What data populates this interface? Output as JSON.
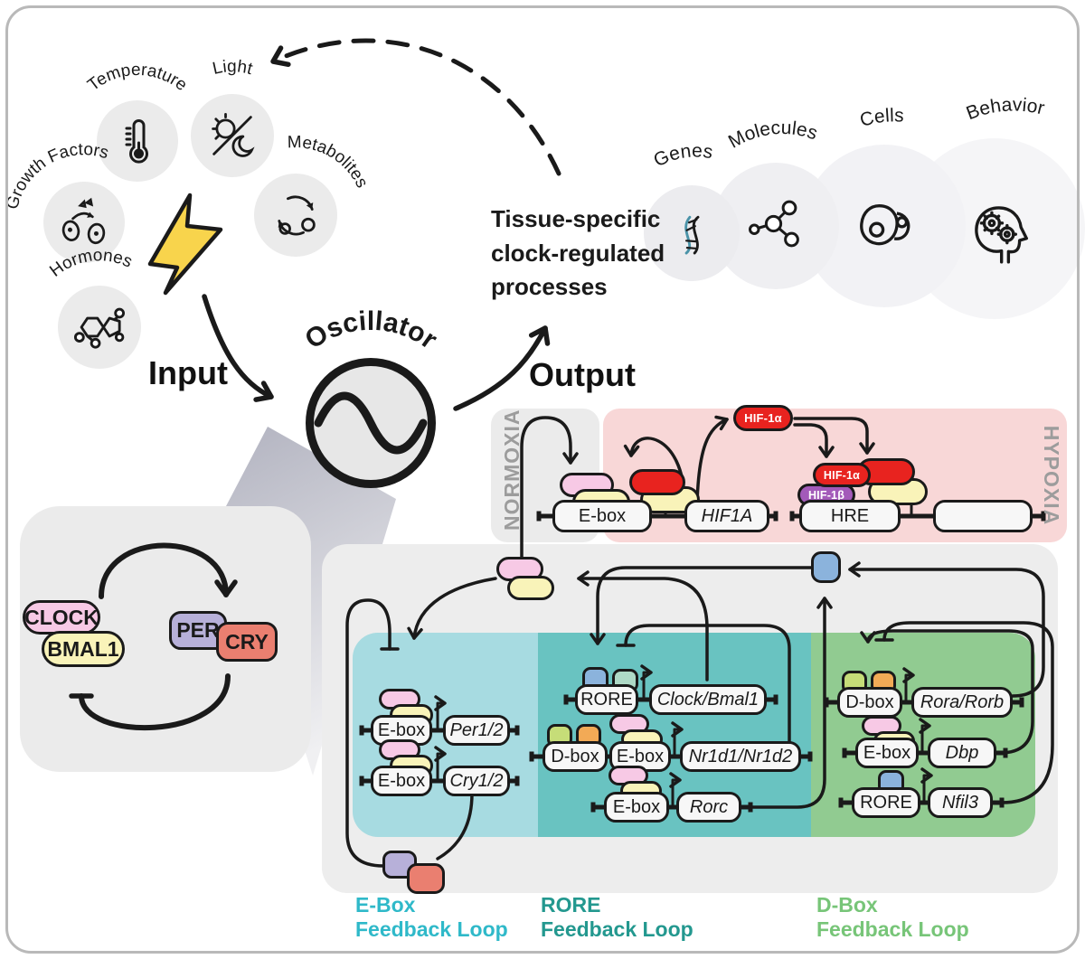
{
  "input": {
    "label": "Input",
    "trigger_icon": "lightning-bolt-icon",
    "factors": [
      {
        "name": "Temperature",
        "icon": "thermometer-icon"
      },
      {
        "name": "Light",
        "icon": "sun-moon-icon"
      },
      {
        "name": "Growth Factors",
        "icon": "dividing-cells-icon"
      },
      {
        "name": "Metabolites",
        "icon": "metabolic-cycle-icon"
      },
      {
        "name": "Hormones",
        "icon": "steroid-molecule-icon"
      }
    ]
  },
  "oscillator": {
    "label": "Oscillator",
    "icon": "sine-wave-icon"
  },
  "output": {
    "label": "Output",
    "description": "Tissue-specific clock-regulated processes",
    "levels": [
      {
        "name": "Genes",
        "icon": "dna-icon"
      },
      {
        "name": "Molecules",
        "icon": "molecule-icon"
      },
      {
        "name": "Cells",
        "icon": "cell-icon"
      },
      {
        "name": "Behavior",
        "icon": "head-gears-icon"
      }
    ]
  },
  "core_clock": {
    "activators": [
      {
        "label": "CLOCK",
        "color": "#f7c9e5"
      },
      {
        "label": "BMAL1",
        "color": "#f9f3b9"
      }
    ],
    "repressors": [
      {
        "label": "PER",
        "color": "#b7b0d9"
      },
      {
        "label": "CRY",
        "color": "#ea7f70"
      }
    ]
  },
  "oxygen_panels": {
    "normoxia_label": "NORMOXIA",
    "hypoxia_label": "HYPOXIA",
    "hif1a": "HIF-1α",
    "hif1b": "HIF-1β",
    "normoxia_module": {
      "element": "E-box",
      "gene": "HIF1A"
    },
    "hypoxia_module": {
      "element": "HRE",
      "gene": ""
    }
  },
  "feedback_loops": [
    {
      "title": "E-Box",
      "subtitle": "Feedback Loop",
      "color": "#2fb9c9",
      "bg": "#a7dbe1",
      "modules": [
        {
          "elements": [
            "E-box"
          ],
          "gene": "Per1/2"
        },
        {
          "elements": [
            "E-box"
          ],
          "gene": "Cry1/2"
        }
      ]
    },
    {
      "title": "RORE",
      "subtitle": "Feedback Loop",
      "color": "#23988f",
      "bg": "#69c3c1",
      "modules": [
        {
          "elements": [
            "RORE"
          ],
          "gene": "Clock/Bmal1"
        },
        {
          "elements": [
            "D-box",
            "E-box"
          ],
          "gene": "Nr1d1/Nr1d2"
        },
        {
          "elements": [
            "E-box"
          ],
          "gene": "Rorc"
        }
      ]
    },
    {
      "title": "D-Box",
      "subtitle": "Feedback Loop",
      "color": "#77c578",
      "bg": "#91cb91",
      "modules": [
        {
          "elements": [
            "D-box"
          ],
          "gene": "Rora/Rorb"
        },
        {
          "elements": [
            "E-box"
          ],
          "gene": "Dbp"
        },
        {
          "elements": [
            "RORE"
          ],
          "gene": "Nfil3"
        }
      ]
    }
  ],
  "colors": {
    "line": "#1a1a1a",
    "panel_gray": "#ebebeb",
    "hypoxia_bg": "#f8d7d7",
    "hif_red": "#e8231f",
    "hif_beta_purple": "#a35ab9",
    "ror_blue": "#8bb3dc",
    "lightning_yellow": "#f8d44c",
    "label_gray": "#9c9c9c"
  }
}
